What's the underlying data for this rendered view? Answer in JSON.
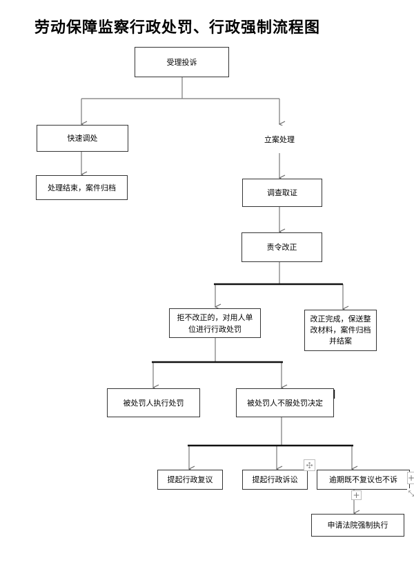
{
  "title": "劳动保障监察行政处罚、行政强制流程图",
  "nodes": {
    "accept": "受理投诉",
    "quick": "快速调处",
    "quick_end": "处理结束，案件归档",
    "file": "立案处理",
    "investigate": "调查取证",
    "order": "责令改正",
    "refuse_a": "拒不改正的，对用人单",
    "refuse_b": "位进行行政处罚",
    "corrected_a": "改正完成，保送整",
    "corrected_b": "改材料，案件归档",
    "corrected_c": "并结案",
    "execute": "被处罚人执行处罚",
    "disagree": "被处罚人不服处罚决定",
    "review": "提起行政复议",
    "lawsuit": "提起行政诉讼",
    "overdue": "逾期既不复议也不诉",
    "enforce": "申请法院强制执行"
  },
  "editor": {
    "move_glyph": "✣",
    "add_glyph": "+",
    "add_glyph_2": "+",
    "resize_glyph": "⤡"
  }
}
